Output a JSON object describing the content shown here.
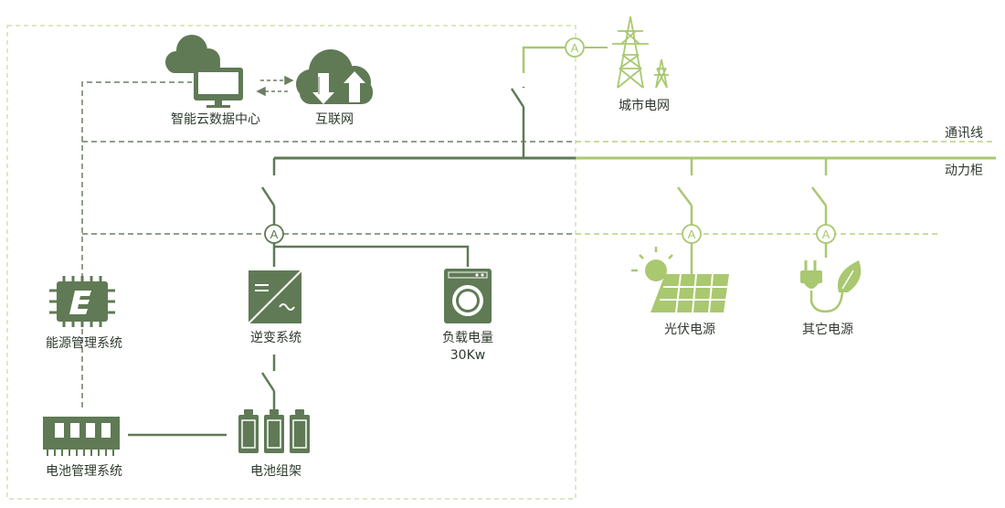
{
  "colors": {
    "dark_green": "#5f7a55",
    "light_green": "#a9c870",
    "dashed_dark": "#6d7f63",
    "dashed_light": "#b6d184",
    "border_dashed": "#c6dc9e",
    "text": "#2f3a2f"
  },
  "nodes": {
    "cloud_center": {
      "label": "智能云数据中心",
      "icon": "cloud-monitor-icon"
    },
    "internet": {
      "label": "互联网",
      "icon": "cloud-upload-download-icon"
    },
    "city_grid": {
      "label": "城市电网",
      "icon": "power-tower-icon"
    },
    "ems": {
      "label": "能源管理系统",
      "icon": "chip-e-icon"
    },
    "inverter": {
      "label": "逆变系统",
      "icon": "inverter-icon"
    },
    "load": {
      "label_line1": "负载电量",
      "label_line2": "30Kw",
      "icon": "washing-machine-icon"
    },
    "pv": {
      "label": "光伏电源",
      "icon": "solar-panel-icon"
    },
    "other": {
      "label": "其它电源",
      "icon": "plug-leaf-icon"
    },
    "bms": {
      "label": "电池管理系统",
      "icon": "memory-module-icon"
    },
    "battery": {
      "label": "电池组架",
      "icon": "battery-rack-icon"
    }
  },
  "lines": {
    "comm_line": "通讯线",
    "power_cabinet": "动力柜"
  },
  "meter_symbol": "A"
}
